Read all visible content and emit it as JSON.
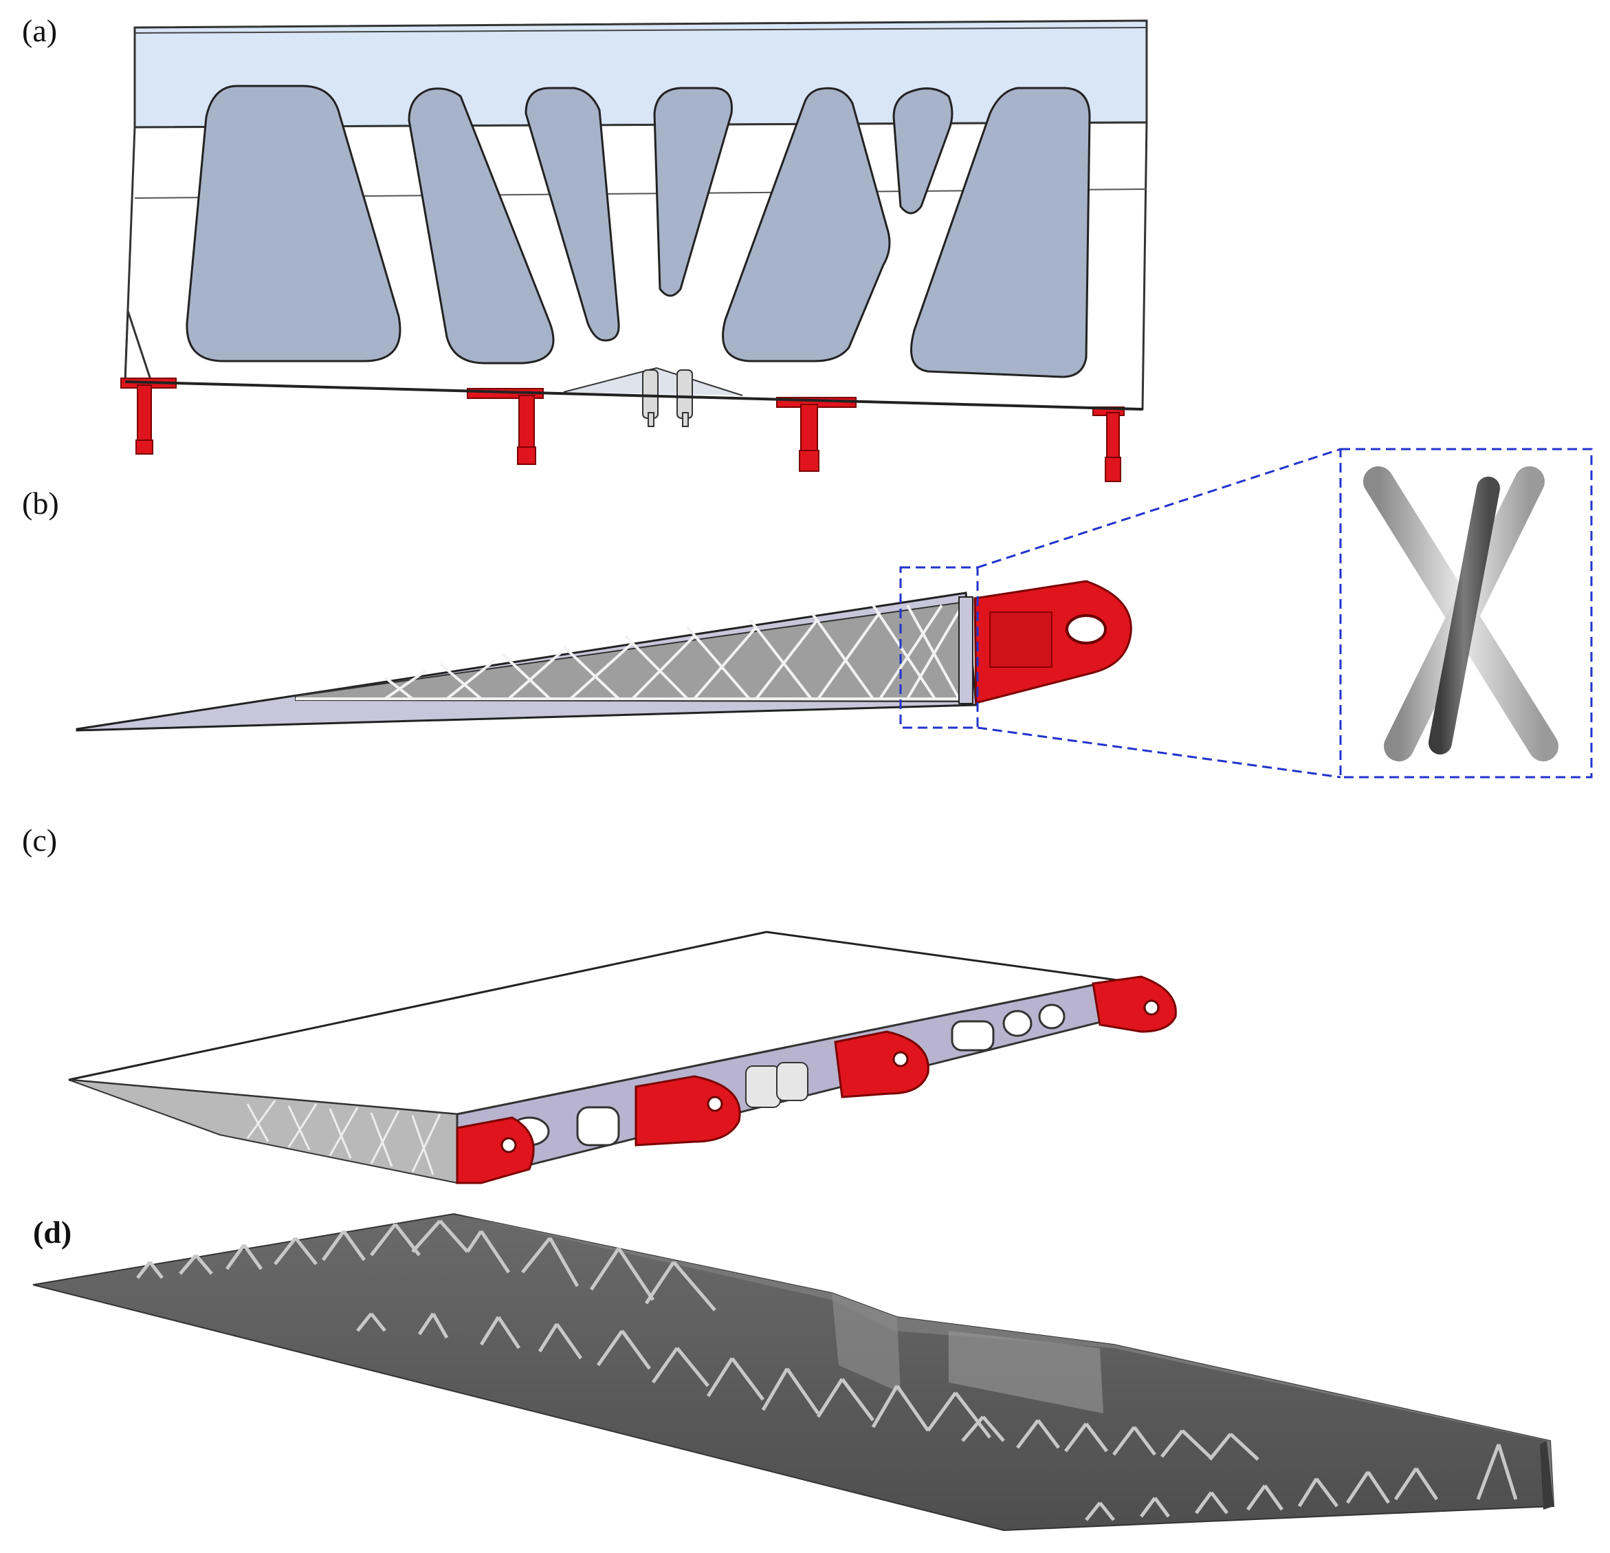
{
  "panels": {
    "a": {
      "label": "(a)"
    },
    "b": {
      "label": "(b)"
    },
    "c": {
      "label": "(c)"
    },
    "d": {
      "label": "(d)"
    }
  },
  "colors": {
    "fitting_red": "#e0141c",
    "skin_light_blue": "#d8e6f6",
    "cutout_gray_blue": "#a7b3c8",
    "lattice_gray": "#c9c9c9",
    "spar_lavender": "#b8b4cf",
    "zoom_box_blue": "#2233cc",
    "dark_surface": "#5d5d5d"
  }
}
